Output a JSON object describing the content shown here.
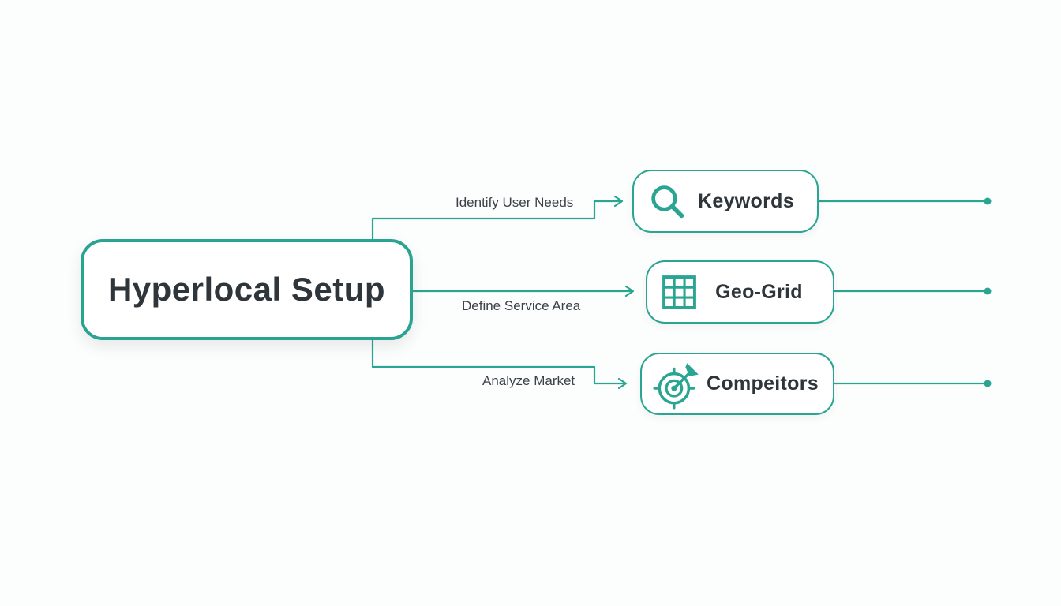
{
  "diagram": {
    "root": {
      "label": "Hyperlocal Setup"
    },
    "branches": [
      {
        "edge_label": "Identify User Needs",
        "label": "Keywords",
        "icon": "search-icon"
      },
      {
        "edge_label": "Define Service Area",
        "label": "Geo-Grid",
        "icon": "grid-icon"
      },
      {
        "edge_label": "Analyze Market",
        "label": "Compeitors",
        "icon": "target-icon"
      }
    ]
  },
  "colors": {
    "accent": "#2aa592",
    "node_border": "#2aa391",
    "node_background": "#ffffff",
    "text_dark": "#2f363b",
    "edge_label_text": "#3b4348",
    "background": "#fcfdfd"
  }
}
